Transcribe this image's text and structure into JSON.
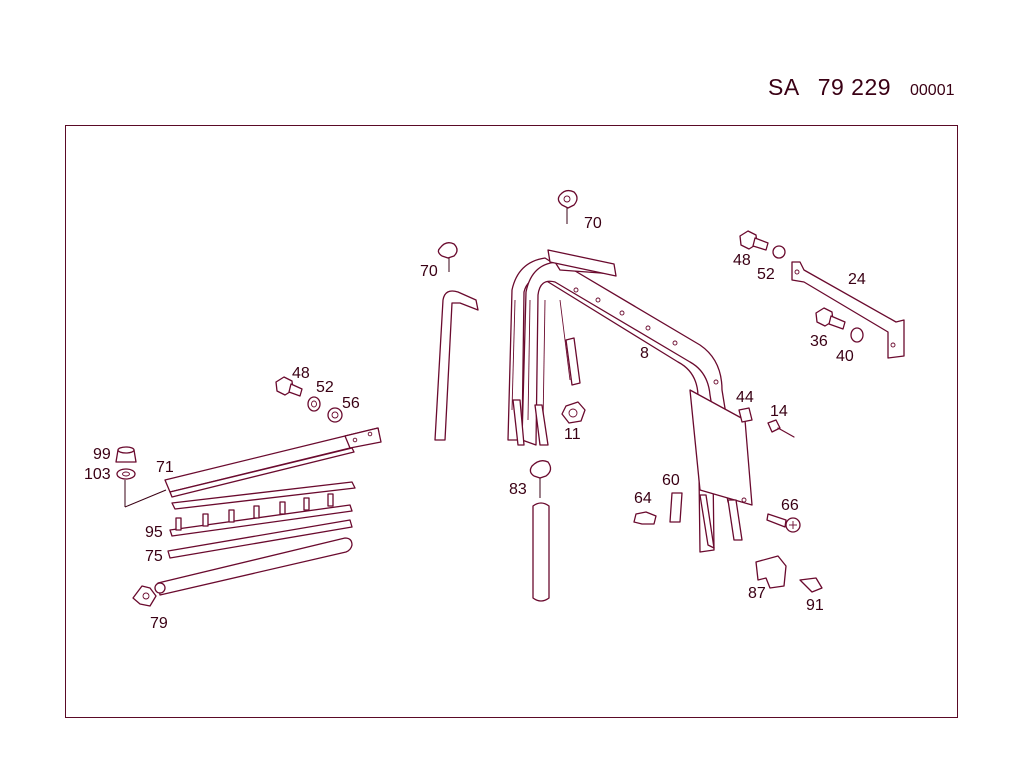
{
  "header": {
    "sa_prefix": "SA",
    "sa_number": "79 229",
    "sheet_number": "00001"
  },
  "part_labels": {
    "p70_left": "70",
    "p70_top": "70",
    "p8": "8",
    "p48_left": "48",
    "p52_left": "52",
    "p56": "56",
    "p99": "99",
    "p103": "103",
    "p71": "71",
    "p95": "95",
    "p75": "75",
    "p79": "79",
    "p11": "11",
    "p83": "83",
    "p64": "64",
    "p60": "60",
    "p44": "44",
    "p14": "14",
    "p66": "66",
    "p87": "87",
    "p91": "91",
    "p48_right": "48",
    "p52_right": "52",
    "p24": "24",
    "p36": "36",
    "p40": "40"
  },
  "colors": {
    "line": "#6a0a2e",
    "text": "#3a0014",
    "background": "#ffffff"
  }
}
